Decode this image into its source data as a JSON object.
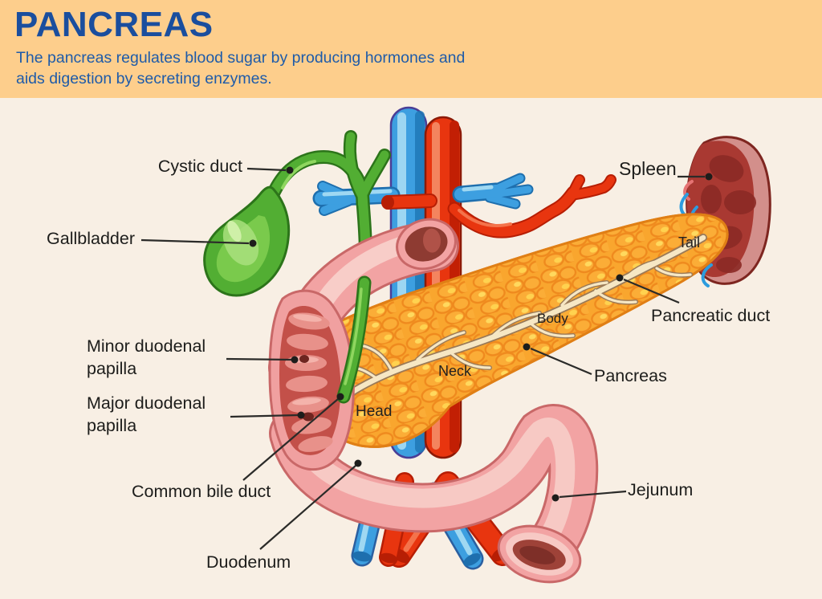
{
  "header": {
    "title": "PANCREAS",
    "subtitle_line1": "The pancreas regulates blood sugar by producing hormones and",
    "subtitle_line2": "aids digestion by secreting enzymes."
  },
  "labels": {
    "cystic_duct": "Cystic duct",
    "gallbladder": "Gallbladder",
    "minor_duodenal_papilla": "Minor duodenal papilla",
    "major_duodenal_papilla": "Major duodenal papilla",
    "common_bile_duct": "Common  bile duct",
    "duodenum": "Duodenum",
    "spleen": "Spleen",
    "pancreatic_duct": "Pancreatic duct",
    "pancreas": "Pancreas",
    "jejunum": "Jejunum"
  },
  "regions": {
    "tail": "Tail",
    "body": "Body",
    "neck": "Neck",
    "head": "Head"
  },
  "colors": {
    "banner": "#FDCE8C",
    "background": "#F8EFE4",
    "title_blue": "#1A4E9E",
    "subtitle_blue": "#1E5BA9",
    "label_text": "#1D1D1B",
    "pancreas_orange": "#F9A62E",
    "pancreatic_duct_cream": "#F6E7C4",
    "gallbladder_green": "#52AE33",
    "duodenum_pink": "#F2A3A3",
    "spleen_maroon": "#A93932",
    "artery_red": "#E8350F",
    "vein_blue": "#3D9FE0"
  }
}
